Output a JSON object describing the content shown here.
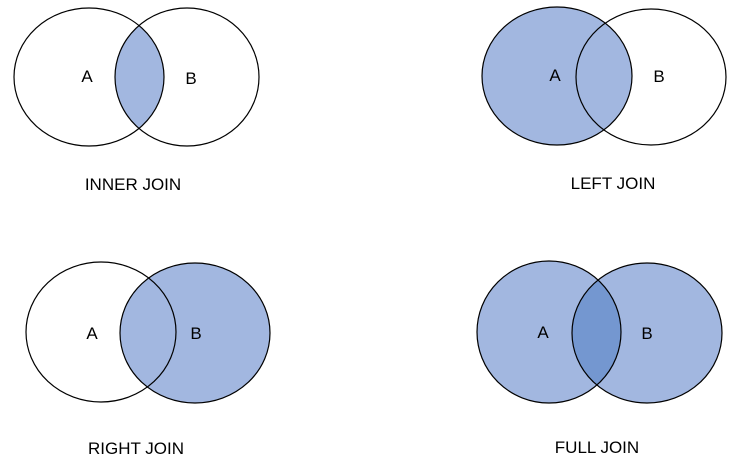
{
  "colors": {
    "fill": "#a2b7e0",
    "overlap_fill": "#7497d0",
    "stroke": "#000000",
    "background": "#ffffff"
  },
  "diagrams": [
    {
      "caption": "INNER JOIN",
      "set_a": "A",
      "set_b": "B",
      "shaded": [
        "A∩B"
      ]
    },
    {
      "caption": "LEFT JOIN",
      "set_a": "A",
      "set_b": "B",
      "shaded": [
        "A"
      ]
    },
    {
      "caption": "RIGHT JOIN",
      "set_a": "A",
      "set_b": "B",
      "shaded": [
        "B"
      ]
    },
    {
      "caption": "FULL JOIN",
      "set_a": "A",
      "set_b": "B",
      "shaded": [
        "A",
        "B",
        "A∩B"
      ]
    }
  ]
}
